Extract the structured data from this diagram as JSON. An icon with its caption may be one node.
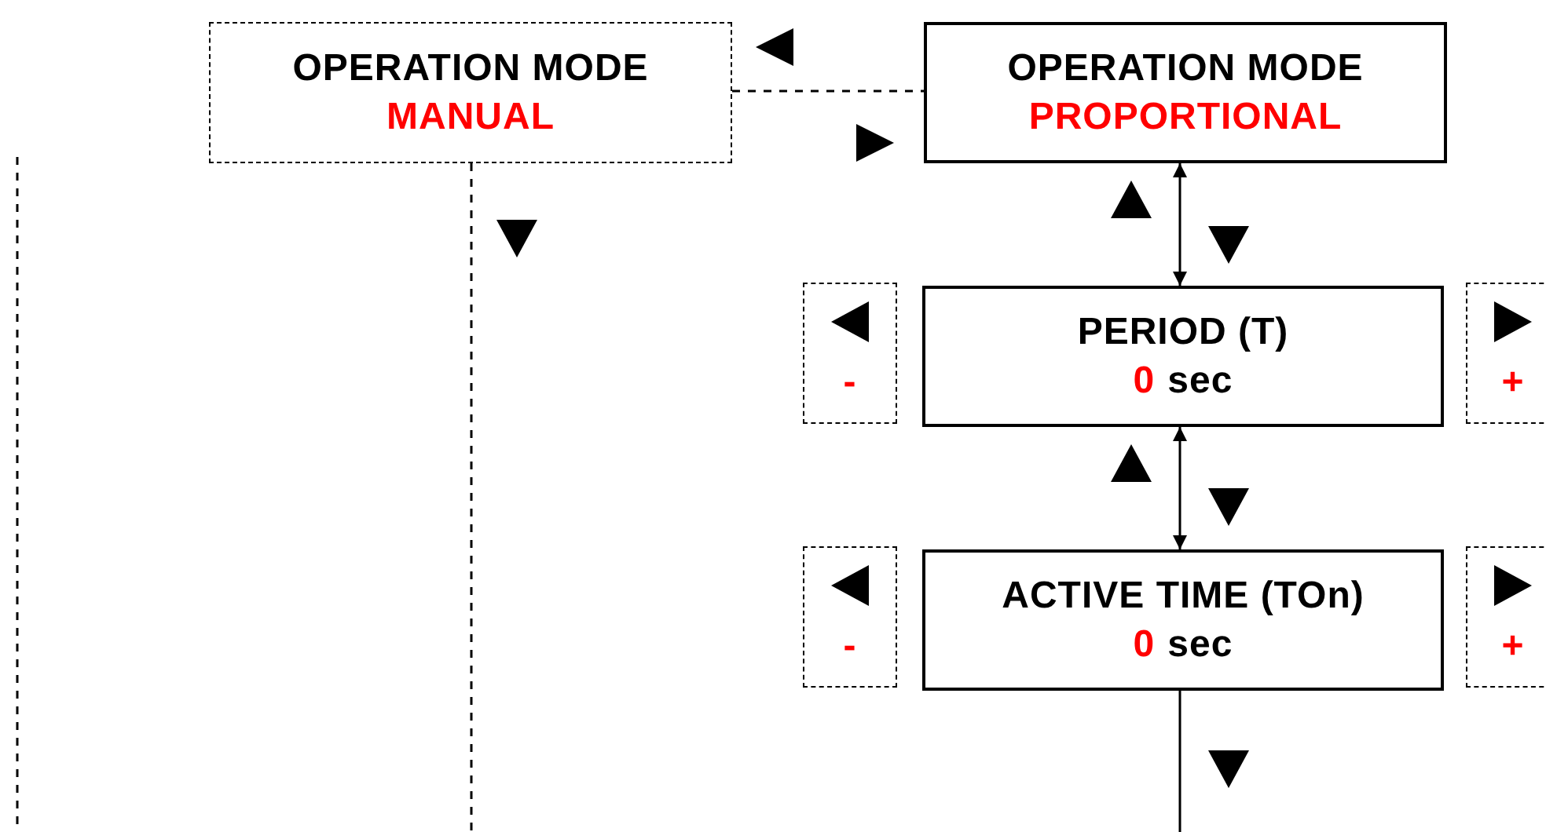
{
  "diagram": {
    "nodes": [
      {
        "text": [
          "OPERATION MODE",
          "MANUAL"
        ]
      },
      {
        "text": [
          "OPERATION MODE",
          "PROPORTIONAL"
        ]
      },
      {
        "text": [
          "-"
        ]
      },
      {
        "text": [
          "PERIOD (T)",
          "0",
          "sec"
        ]
      },
      {
        "text": [
          "+"
        ]
      },
      {
        "text": [
          "-"
        ]
      },
      {
        "text": [
          "ACTIVE TIME (TOn)",
          "0",
          "sec"
        ]
      },
      {
        "text": [
          "+"
        ]
      }
    ],
    "edges": [
      {
        "from": 0,
        "to": 1,
        "arrow": "none",
        "style": "dashed"
      },
      {
        "from": 0,
        "to": null,
        "arrow": "none",
        "style": "dashed"
      },
      {
        "from": 1,
        "to": 3,
        "arrow": "both"
      },
      {
        "from": 3,
        "to": 6,
        "arrow": "both"
      },
      {
        "from": 6,
        "to": null,
        "arrow": "none"
      }
    ]
  }
}
